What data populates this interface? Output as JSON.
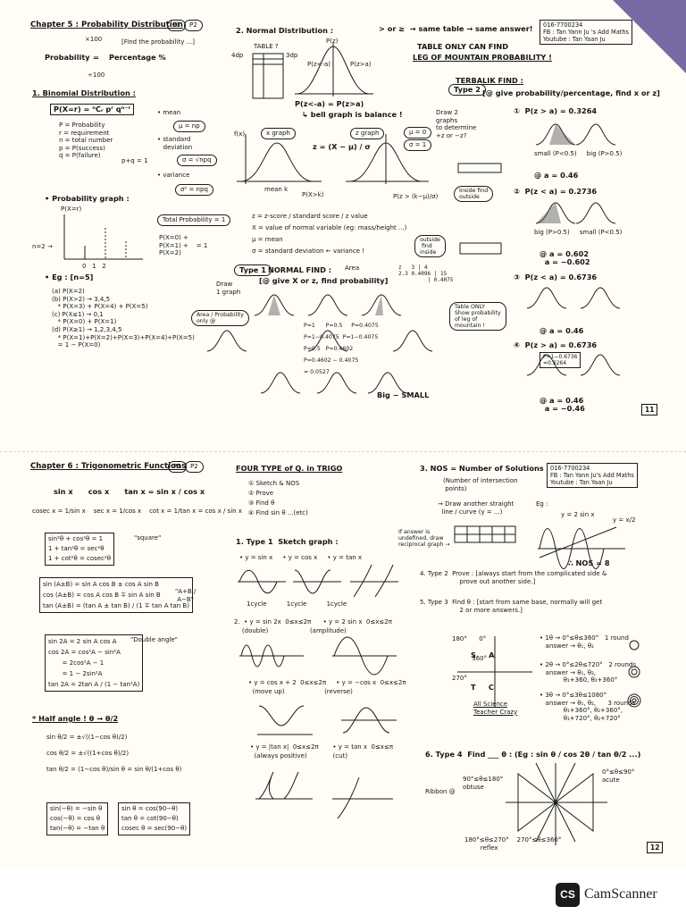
{
  "page1": {
    "ch5_title": "Chapter 5 : Probability Distribution",
    "p1_badge": "P1",
    "p2_badge": "P2",
    "x100": "×100",
    "find_prob": "[Find the probability ...]",
    "prob_lhs": "Probability",
    "prob_eq": "=",
    "prob_rhs": "Percentage %",
    "div100": "÷100",
    "binomial_head": "1. Binomial Distribution :",
    "binomial_formula": "P(X=r) = ⁿCᵣ pʳ qⁿ⁻ʳ",
    "bin_vars": "P = Probability\nr = requirement\nn = total number\np = P(success)\nq = P(failure)",
    "pq_one": "p+q = 1",
    "mean_label": "• mean",
    "mean_formula": "μ = np",
    "sd_label": "• standard\n   deviation",
    "sd_formula": "σ = √npq",
    "var_label": "• variance",
    "var_formula": "σ² = npq",
    "prob_graph_head": "• Probability graph :",
    "pxr": "P(X=r)",
    "n2": "n=2 →",
    "total_prob": "Total Probability = 1",
    "total_list": "P(X=0) +\nP(X=1) +    = 1\nP(X=2)",
    "axis_012": "0   1   2",
    "eg_head": "• Eg : [n=5]",
    "eg_lines": "(a) P(X=2)\n(b) P(X>2) → 3,4,5\n   * P(X=3) + P(X=4) + P(X=5)\n(c) P(X≤1) → 0,1\n   * P(X=0) + P(X=1)\n(d) P(X≥1) → 1,2,3,4,5\n   * P(X=1)+P(X=2)+P(X=3)+P(X=4)+P(X=5)\n   = 1 − P(X=0)",
    "normal_head": "2. Normal Distribution :",
    "table_label": "TABLE ?",
    "dp4": "4dp",
    "dp3": "3dp",
    "same_table": "> or ≥  → same table → same answer!",
    "table_only": "TABLE ONLY CAN FIND",
    "leg_mountain": "LEG OF MOUNTAIN PROBABILITY !",
    "pz_top": "P(z)",
    "pz_lt": "P(z<-a)",
    "pz_gt": "P(z>a)",
    "pz_eq": "P(z<-a) = P(z>a)",
    "balance": "↳ bell graph is balance !",
    "fx": "f(x)",
    "x_graph": "x graph",
    "z_graph": "z graph",
    "z_formula": "z = (X − μ) / σ",
    "mu0": "μ = 0",
    "sigma1": "σ = 1",
    "mean_k": "mean k",
    "p_xk": "P(X>k)",
    "p_zk": "P(z > (k−μ)/σ)",
    "z_def": "z = z-score / standard score / z value",
    "x_def": "X = value of normal variable (eg: mass/height ...)",
    "mu_def": "μ = mean",
    "sigma_def": "σ = standard deviation ← variance !",
    "outside": "outside\n find\ninside",
    "type1": "Type 1",
    "normal_find": "NORMAL FIND :",
    "area": "Area",
    "type1_rule": "[@ give X or z, find probability]",
    "draw_graph": "Draw\n1 graph",
    "area_prob": "Area / Probability\nonly @",
    "table_mini": "z   3 | 4\n2.3 0.4096 | 15\n         | 0.4075",
    "t1_answers": "P=1      P=0.5     P=0.4075\nP=1−0.4075  P=1−0.4075\nP=0.5   P=0.4602\nP=0.4602 − 0.4075\n= 0.0527",
    "big_small": "Big − SMALL",
    "terbalik": "TERBALIK FIND :",
    "type2": "Type 2",
    "type2_rule": "[@ give probability/percentage, find x or z]",
    "draw2": "Draw 2\ngraphs\nto determine\n+z or −z?",
    "t2_1": "①  P(z > a) = 0.3264",
    "inside_find": "Inside find\noutside",
    "small_big": "small (P<0.5)     big (P>0.5)",
    "a046": "@ a = 0.46",
    "t2_2": "②  P(z < a) = 0.2736",
    "t2_2b": "big (P>0.5)     small (P<0.5)",
    "a0602": "@ a = 0.602\n  a = −0.602",
    "t2_3": "③  P(z < a) = 0.6736",
    "table_only2": "Table ONLY\nShow probability\nof leg of\nmountain !",
    "a046b": "@ a = 0.46",
    "t2_4": "④  P(z > a) = 0.6736",
    "p_eq": "P=1−0.6736\n=0.3264",
    "a046c": "@ a = 0.46\n  a = −0.46",
    "page_num": "11",
    "contact": "016-7700234\nFB : Tan Yann Ju 's Add Maths\nYoutube : Tan Yaan Ju"
  },
  "page2": {
    "ch6_title": "Chapter 6 : Trigonometric Functions",
    "p1_badge": "P1",
    "p2_badge": "P2",
    "recip": "sin x      cos x      tan x = sin x / cos x",
    "recip2": "cosec x = 1/sin x    sec x = 1/cos x    cot x = 1/tan x = cos x / sin x",
    "square_ids": "sin²θ + cos²θ = 1\n1 + tan²θ = sec²θ\n1 + cot²θ = cosec²θ",
    "square_tag": "\"square\"",
    "compound": "sin (A±B) = sin A cos B ± cos A sin B\ncos (A±B) = cos A cos B ∓ sin A sin B\ntan (A±B) = (tan A ± tan B) / (1 ∓ tan A tan B)",
    "compound_tag": "\"A+B /\n A−B\"",
    "double": "sin 2A = 2 sin A cos A\ncos 2A = cos²A − sin²A\n       = 2cos²A − 1\n       = 1 − 2sin²A\ntan 2A = 2tan A / (1 − tan²A)",
    "double_tag": "\"Double angle\"",
    "half_head": "* Half angle ! θ → θ/2",
    "half": "sin θ/2 = ±√((1−cos θ)/2)\ncos θ/2 = ±√((1+cos θ)/2)\ntan θ/2 = (1−cos θ)/sin θ = sin θ/(1+cos θ)",
    "neg": "sin(−θ) = −sin θ\ncos(−θ) = cos θ\ntan(−θ) = −tan θ",
    "cofn": "sin θ = cos(90−θ)\ntan θ = cot(90−θ)\ncosec θ = sec(90−θ)",
    "four_type": "FOUR TYPE of Q. in TRIGO",
    "four_list": "① Sketch & NOS\n② Prove\n③ Find θ\n④ Find sin θ ...(etc)",
    "t1_head": "1. Type 1  Sketch graph :",
    "basic": "• y = sin x     • y = cos x     • y = tan x",
    "cycle": "1cycle          1cycle          1cycle",
    "g2": "2.  • y = sin 2x  0≤x≤2π      • y = 2 sin x  0≤x≤2π",
    "g2b": "    (double)                     (amplitude)",
    "g3": "• y = cos x + 2  0≤x≤2π     • y = −cos x  0≤x≤2π",
    "g3b": "  (move up)                    (reverse)",
    "g4": "• y = |tan x|  0≤x≤2π       • y = tan x  0≤x≤π",
    "g4b": "  (always positive)             (cut)",
    "nos_head": "3. NOS = Number of Solutions",
    "nos_sub": "(Number of intersection\n points)",
    "nos_draw": "→ Draw another straight\n  line / curve (y = ...)",
    "undefined": "If answer is\nundefined, draw\nreciprocal graph →",
    "eg": "Eg :",
    "y2sin": "y = 2 sin x",
    "yx2": "y = x/2",
    "nos8": "∴ NOS = 8",
    "t2": "4. Type 2  Prove : [always start from the complicated side &\n                    prove out another side.]",
    "t3": "5. Type 3  Find θ : [start from same base, normally will get\n                    2 or more answers.]",
    "quad": "S     A\n\nT     C",
    "deg": "180°      0°\n          360°\n270°",
    "round1": "• 1θ → 0°≤θ≤360°   1 round\n   answer → θ₁, θ₂",
    "round2": "• 2θ → 0°≤2θ≤720°   2 rounds\n   answer → θ₁, θ₂,\n            θ₁+360, θ₂+360°",
    "round3": "• 3θ → 0°≤3θ≤1080°\n   answer → θ₁, θ₂,      3 rounds\n            θ₁+360°, θ₂+360°,\n            θ₁+720°, θ₂+720°",
    "asc": "All Science\nTeacher Crazy",
    "t4": "6. Type 4  Find ___ θ : (Eg : sin θ / cos 2θ / tan θ/2 ...)",
    "ribbon": "Ribbon @",
    "obtuse": "90°≤θ≤180°\nobtuse",
    "acute": "0°≤θ≤90°\nacute",
    "reflex": "180°≤θ≤270°    270°≤θ≤360°\n        reflex",
    "page_num": "12",
    "contact": "016-7700234\nFB : Tan Yann Ju's Add Maths\nYoutube : Tan Yaan Ju"
  },
  "camscanner": {
    "logo": "CS",
    "label": "CamScanner"
  }
}
